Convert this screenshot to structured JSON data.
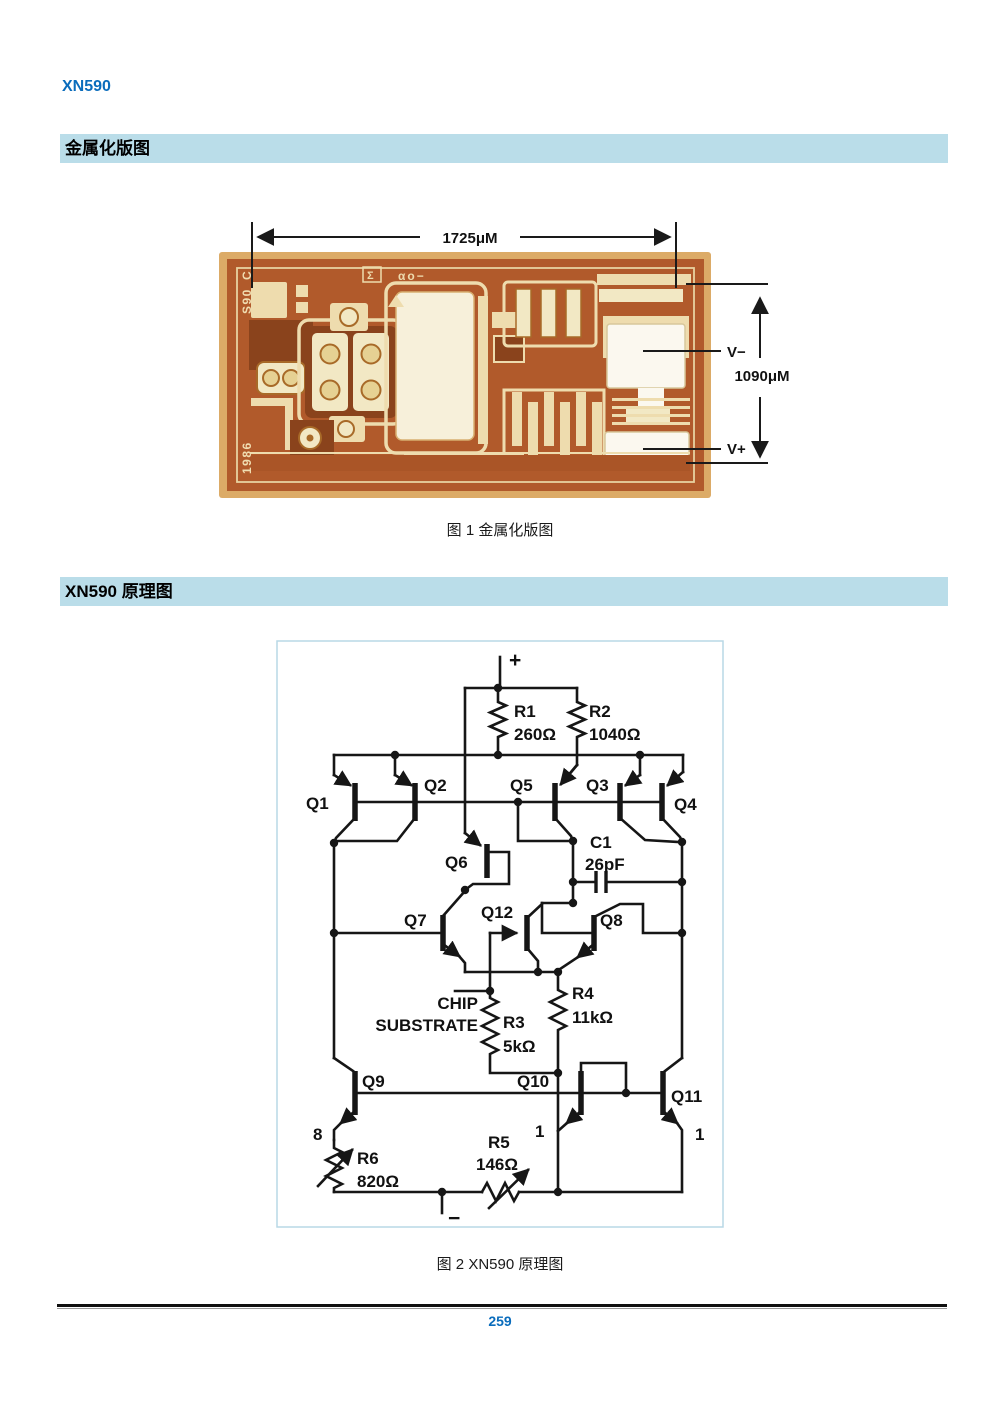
{
  "header": {
    "product": "XN590"
  },
  "sections": {
    "s1": "金属化版图",
    "s2": "XN590 原理图"
  },
  "figure1": {
    "caption": "图 1  金属化版图",
    "dim_width": "1725μM",
    "dim_height": "1090μM",
    "v_minus": "V−",
    "v_plus": "V+",
    "die_id": "S90_C",
    "die_year": "1986",
    "die_mark_sigma": "Σ",
    "die_mark_top": "αo−"
  },
  "figure2": {
    "caption": "图 2  XN590 原理图",
    "terminals": {
      "plus": "+",
      "minus": "−"
    },
    "components": {
      "q1": "Q1",
      "q2": "Q2",
      "q3": "Q3",
      "q4": "Q4",
      "q5": "Q5",
      "q6": "Q6",
      "q7": "Q7",
      "q8": "Q8",
      "q9": "Q9",
      "q10": "Q10",
      "q11": "Q11",
      "q12": "Q12",
      "r1": "R1",
      "r1_value": "260Ω",
      "r2": "R2",
      "r2_value": "1040Ω",
      "r3": "R3",
      "r3_value": "5kΩ",
      "r4": "R4",
      "r4_value": "11kΩ",
      "r5": "R5",
      "r5_value": "146Ω",
      "r6": "R6",
      "r6_value": "820Ω",
      "c1": "C1",
      "c1_value": "26pF",
      "chip_line1": "CHIP",
      "chip_line2": "SUBSTRATE",
      "q9_ratio": "8",
      "q10_ratio": "1",
      "q11_ratio": "1"
    }
  },
  "footer": {
    "page_number": "259"
  }
}
